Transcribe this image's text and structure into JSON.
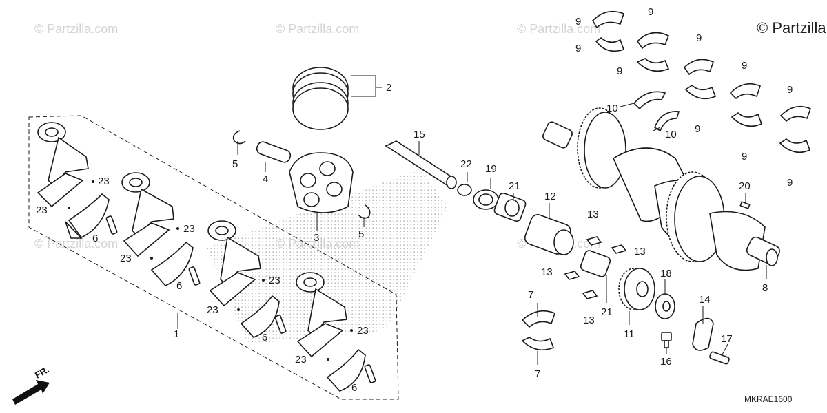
{
  "watermark": {
    "copyright": "© Partzilla.com",
    "faint": "© Partzilla.com"
  },
  "diagram_code": "MKRAE1600",
  "direction": "FR.",
  "callouts": [
    "1",
    "2",
    "3",
    "4",
    "5",
    "6",
    "7",
    "8",
    "9",
    "10",
    "11",
    "12",
    "13",
    "14",
    "15",
    "16",
    "17",
    "18",
    "19",
    "20",
    "21",
    "22",
    "23"
  ]
}
